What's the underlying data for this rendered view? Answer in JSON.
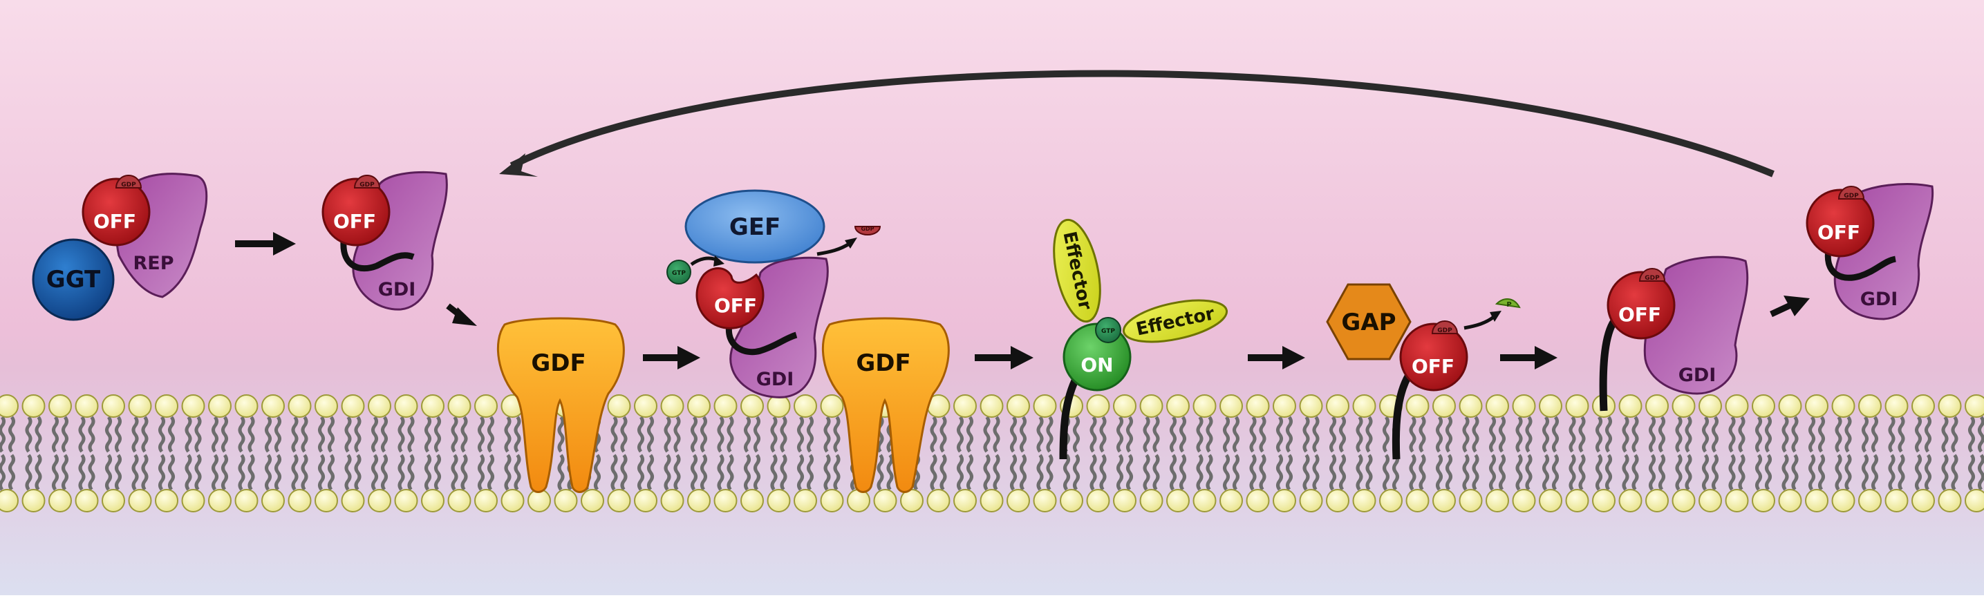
{
  "labels": {
    "ggt": "GGT",
    "rep": "REP",
    "gdi": "GDI",
    "gef": "GEF",
    "gdf": "GDF",
    "gap": "GAP",
    "effector": "Effector",
    "on": "ON",
    "off": "OFF",
    "gdp": "GDP",
    "gtp": "GTP",
    "p": "P"
  },
  "colors": {
    "off_red": "#c4161c",
    "on_green": "#3aaa35",
    "gdi_purple": "#8e3a8c",
    "ggt_blue": "#1f5fa8",
    "gef_blue": "#4f8fd6",
    "gdf_orange": "#f7a81b",
    "gap_orange": "#e5891a",
    "effector_yellow": "#d9e021",
    "membrane_head": "#f6f3a8",
    "background_top": "#f7d9e8",
    "background_bottom": "#dfe2f0"
  }
}
